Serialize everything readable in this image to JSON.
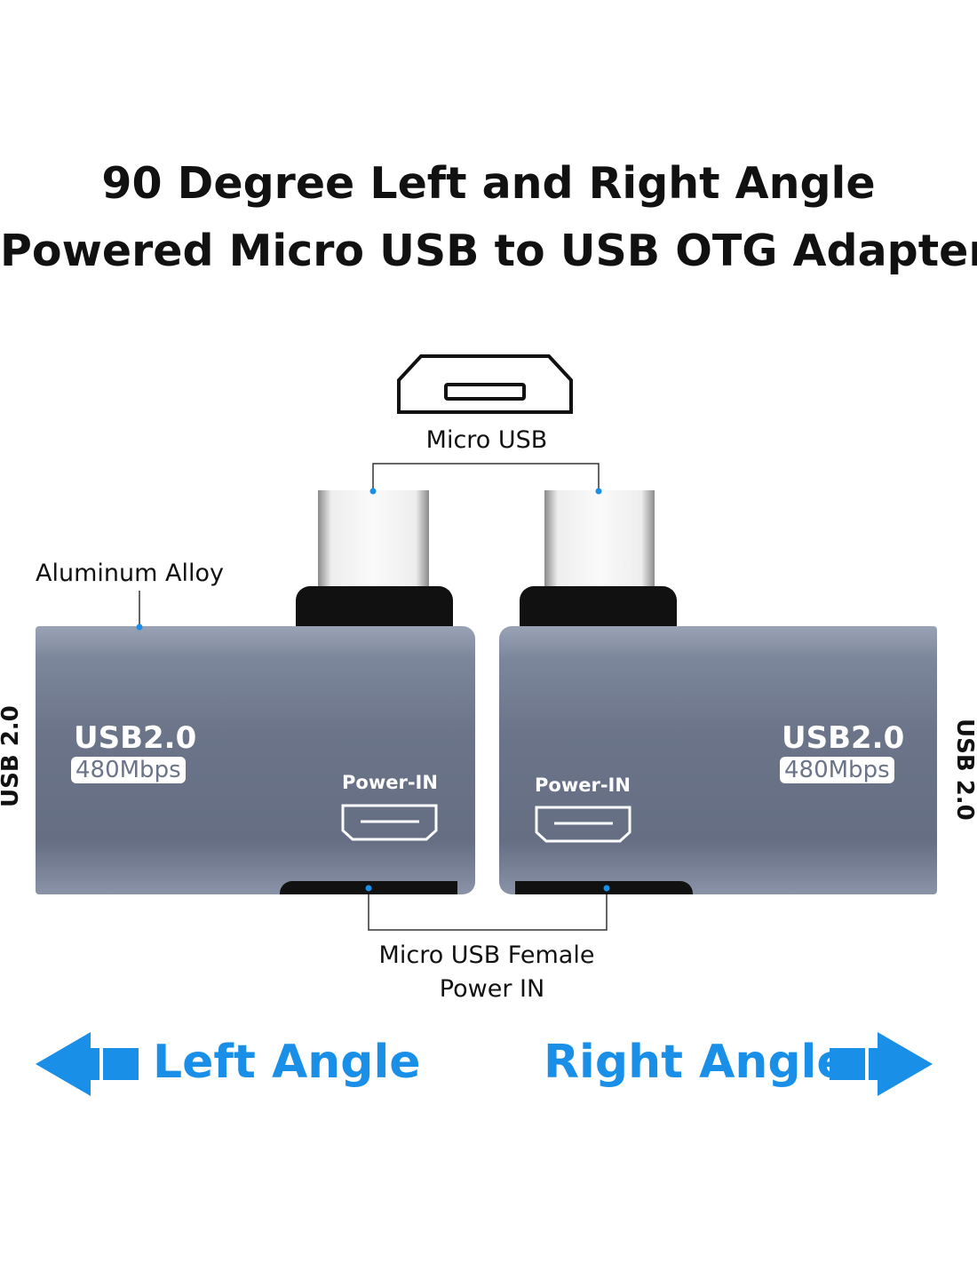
{
  "title": {
    "line1": "90 Degree Left and Right Angle",
    "line2": "Powered Micro USB to USB OTG Adapter"
  },
  "labels": {
    "micro_usb": "Micro USB",
    "aluminum_alloy": "Aluminum Alloy",
    "female_line1": "Micro USB Female",
    "female_line2": "Power IN",
    "side_left": "USB 2.0",
    "side_right": "USB 2.0"
  },
  "adapters": [
    {
      "usb": "USB2.0",
      "speed": "480Mbps",
      "power": "Power-IN"
    },
    {
      "usb": "USB2.0",
      "speed": "480Mbps",
      "power": "Power-IN"
    }
  ],
  "directions": {
    "left": "Left Angle",
    "right": "Right Angle"
  },
  "colors": {
    "accent": "#1a8fe8",
    "body": "#6b7489",
    "dot": "#1a8fe8"
  }
}
